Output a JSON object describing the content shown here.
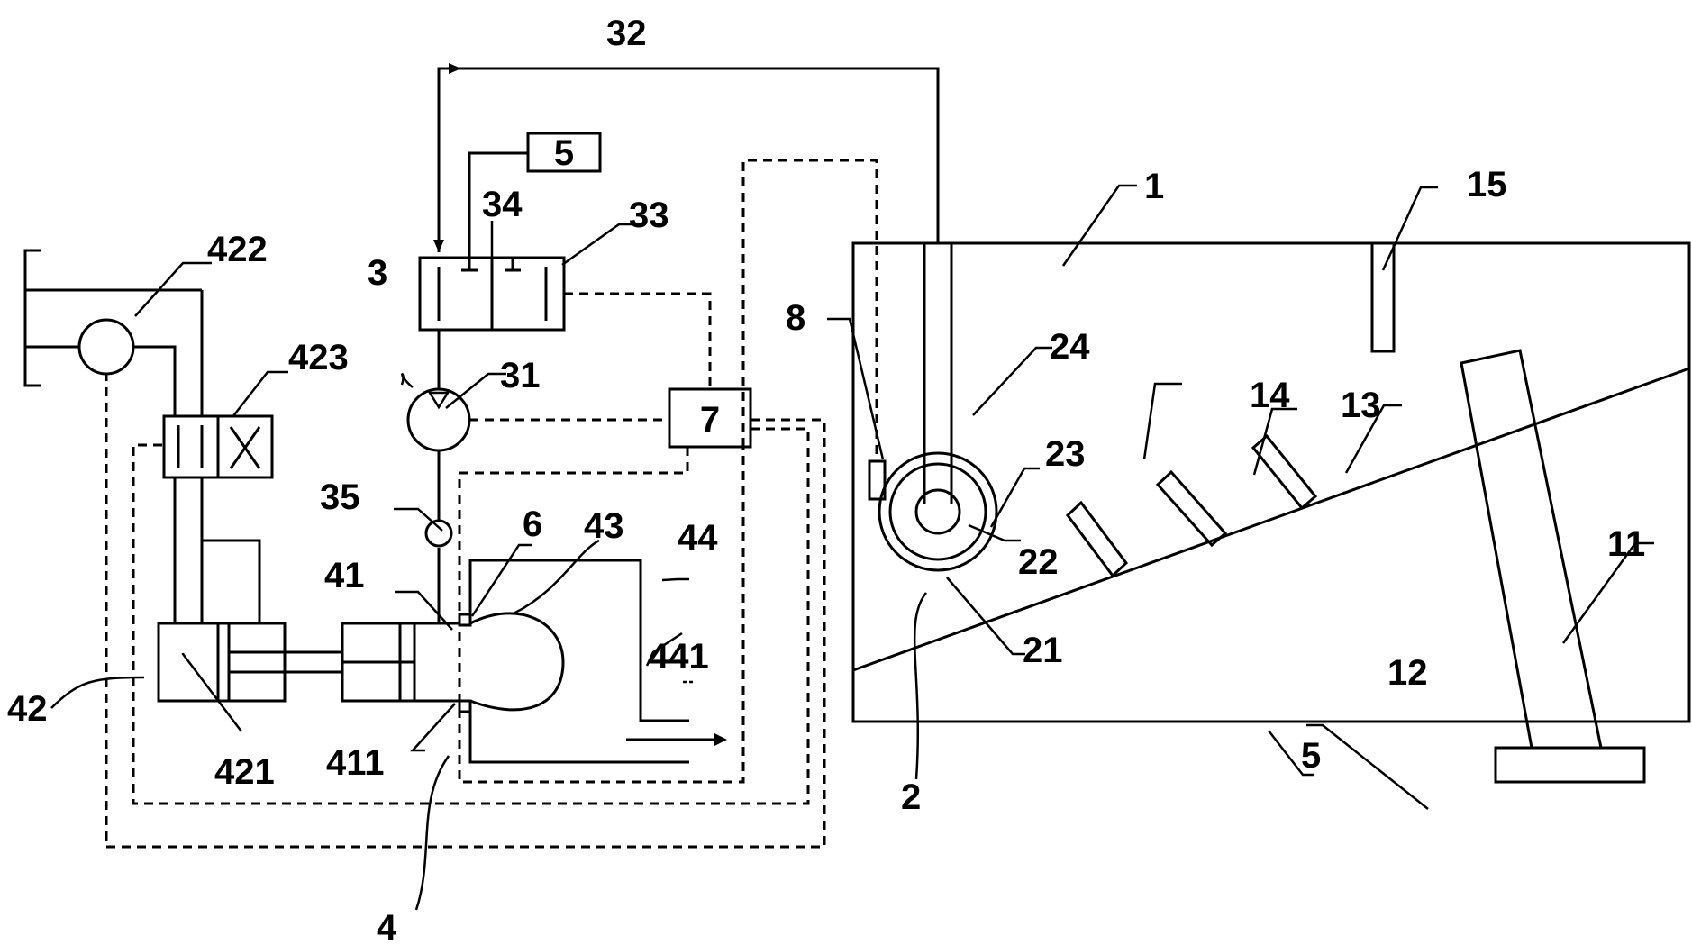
{
  "labels": {
    "l1": "1",
    "l2": "2",
    "l3": "3",
    "l4": "4",
    "l5": "5",
    "l6": "6",
    "l8": "8",
    "l11": "11",
    "l12": "12",
    "l13": "13",
    "l14": "14",
    "l15": "15",
    "l21": "21",
    "l22": "22",
    "l23": "23",
    "l24": "24",
    "l31": "31",
    "l32": "32",
    "l33": "33",
    "l34": "34",
    "l35": "35",
    "l41": "41",
    "l42": "42",
    "l43": "43",
    "l44": "44",
    "l411": "411",
    "l421": "421",
    "l422": "422",
    "l423": "423",
    "l441": "441"
  },
  "boxes": {
    "box5": "5",
    "box7": "7"
  }
}
